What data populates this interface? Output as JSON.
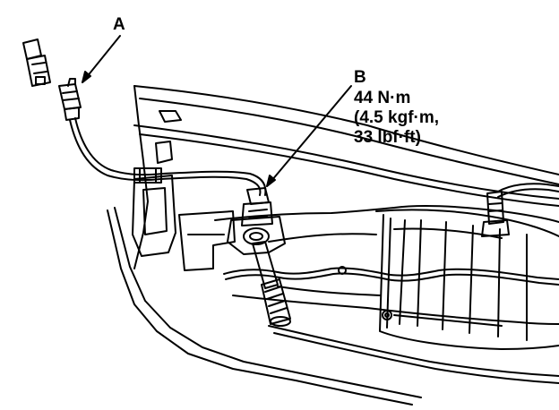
{
  "callouts": {
    "a": {
      "letter": "A"
    },
    "b": {
      "letter": "B",
      "torque_nm": "44 N·m",
      "torque_kgf": "(4.5 kgf·m,",
      "torque_lbf": "33 lbf·ft)"
    }
  },
  "colors": {
    "ink": "#000000",
    "paper": "#ffffff"
  }
}
